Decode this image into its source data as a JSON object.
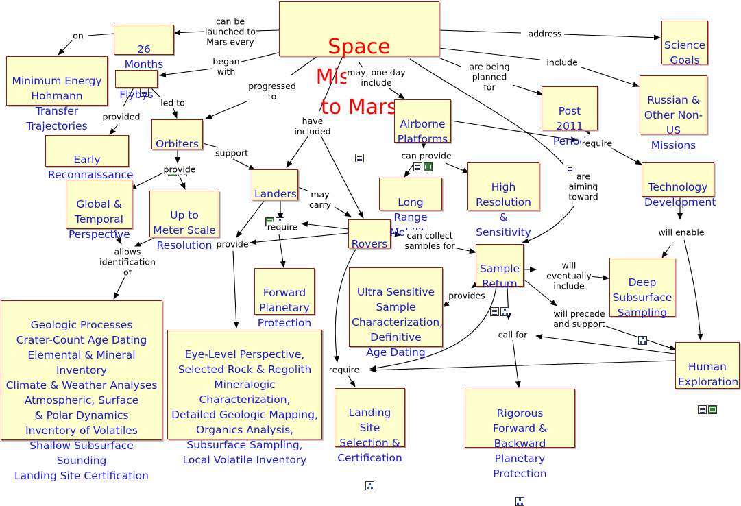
{
  "colors": {
    "node_fill": "#ffffcc",
    "node_border": "#b01010",
    "node_text": "#1a1adc",
    "title_text": "#ff0000",
    "link_text": "#000000"
  },
  "concepts": {
    "space_missions": {
      "text": "Space Missions\nto Mars",
      "icons": [
        "document"
      ]
    },
    "months26": {
      "text": "26 Months",
      "icons": [
        "document"
      ]
    },
    "min_energy": {
      "text": "Minimum Energy\nHohmann Transfer\nTrajectories",
      "icons": []
    },
    "flybys": {
      "text": "Flybys",
      "icons": []
    },
    "early_recon": {
      "text": "Early\nReconnaissance",
      "icons": []
    },
    "orbiters": {
      "text": "Orbiters",
      "icons": [
        "image",
        "concept-map"
      ]
    },
    "global_temporal": {
      "text": "Global &\nTemporal\nPerspective",
      "icons": []
    },
    "meter_scale": {
      "text": "Up to\nMeter Scale\nResolution",
      "icons": []
    },
    "geologic": {
      "text": "Geologic Processes\nCrater-Count Age Dating\nElemental & Mineral Inventory\nClimate & Weather Analyses\nAtmospheric, Surface\n& Polar Dynamics\nInventory of Volatiles\nShallow Subsurface Sounding\nLanding Site Certification",
      "icons": []
    },
    "landers": {
      "text": "Landers",
      "icons": [
        "image",
        "concept-map"
      ]
    },
    "rovers": {
      "text": "Rovers",
      "icons": [
        "image",
        "concept-map"
      ]
    },
    "forward_protection": {
      "text": "Forward\nPlanetary\nProtection",
      "icons": []
    },
    "eye_level": {
      "text": "Eye-Level Perspective,\nSelected Rock & Regolith\nMineralogic Characterization,\nDetailed Geologic Mapping,\nOrganics Analysis,\nSubsurface Sampling,\nLocal Volatile Inventory",
      "icons": []
    },
    "airborne": {
      "text": "Airborne\nPlatforms",
      "icons": [
        "document",
        "image"
      ]
    },
    "long_range": {
      "text": "Long Range\nMobility",
      "icons": []
    },
    "high_res": {
      "text": "High\nResolution\n& Sensitivity",
      "icons": []
    },
    "ultra_sensitive": {
      "text": "Ultra Sensitive\nSample\nCharacterization,\nDefinitive\nAge Dating",
      "icons": []
    },
    "sample_return": {
      "text": "Sample\nReturn",
      "icons": [
        "document",
        "concept-map"
      ]
    },
    "landing_site": {
      "text": "Landing Site\nSelection &\nCertification",
      "icons": [
        "concept-map"
      ]
    },
    "rigorous": {
      "text": "Rigorous\nForward & Backward\nPlanetary Protection",
      "icons": [
        "concept-map"
      ]
    },
    "deep_subsurface": {
      "text": "Deep\nSubsurface\nSampling",
      "icons": [
        "concept-map"
      ]
    },
    "human_exploration": {
      "text": "Human\nExploration",
      "icons": [
        "document",
        "image"
      ]
    },
    "post2011": {
      "text": "Post 2011\nPeriod",
      "icons": [
        "document"
      ]
    },
    "science_goals": {
      "text": "Science\nGoals",
      "icons": [
        "concept-map"
      ]
    },
    "russian": {
      "text": "Russian &\nOther Non-\nUS Missions",
      "icons": [
        "document"
      ]
    },
    "tech_dev": {
      "text": "Technology\nDevelopment",
      "icons": []
    }
  },
  "links": {
    "can_be_launched": "can be\nlaunched to\nMars every",
    "on": "on",
    "began_with": "began\nwith",
    "progressed_to": "progressed\nto",
    "have_included": "have\nincluded",
    "may_one_day": "may, one day\ninclude",
    "are_being_planned": "are being\nplanned\nfor",
    "address": "address",
    "include": "include",
    "provided": "provided",
    "led_to": "led to",
    "support": "support",
    "provide_orbiters": "provide",
    "allows_identification": "allows\nidentification\nof",
    "may_carry": "may\ncarry",
    "require_landers": "require",
    "provide_landers": "provide",
    "can_collect": "can collect\nsamples for",
    "can_provide": "can provide",
    "are_aiming": "are\naiming\ntoward",
    "require_post": "require",
    "will_enable": "will enable",
    "provides": "provides",
    "will_eventually": "will\neventually\ninclude",
    "will_precede": "will precede\nand support",
    "call_for": "call for",
    "require_bottom": "require"
  }
}
